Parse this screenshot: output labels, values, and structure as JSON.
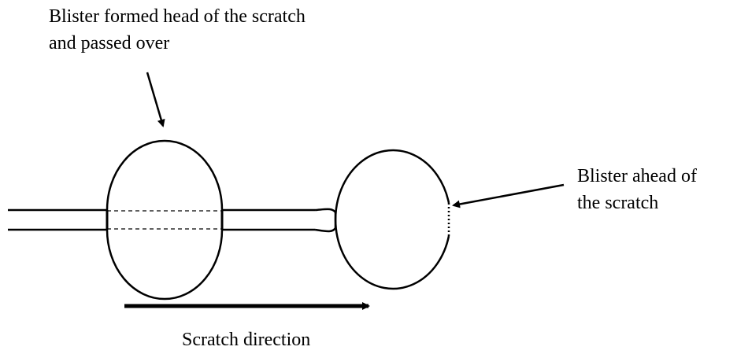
{
  "labels": {
    "blister_passed_line1": "Blister formed head of the scratch",
    "blister_passed_line2": "and passed over",
    "blister_ahead_line1": "Blister ahead of",
    "blister_ahead_line2": "the scratch",
    "scratch_direction": "Scratch direction"
  },
  "colors": {
    "ink": "#000000",
    "background": "#ffffff"
  }
}
